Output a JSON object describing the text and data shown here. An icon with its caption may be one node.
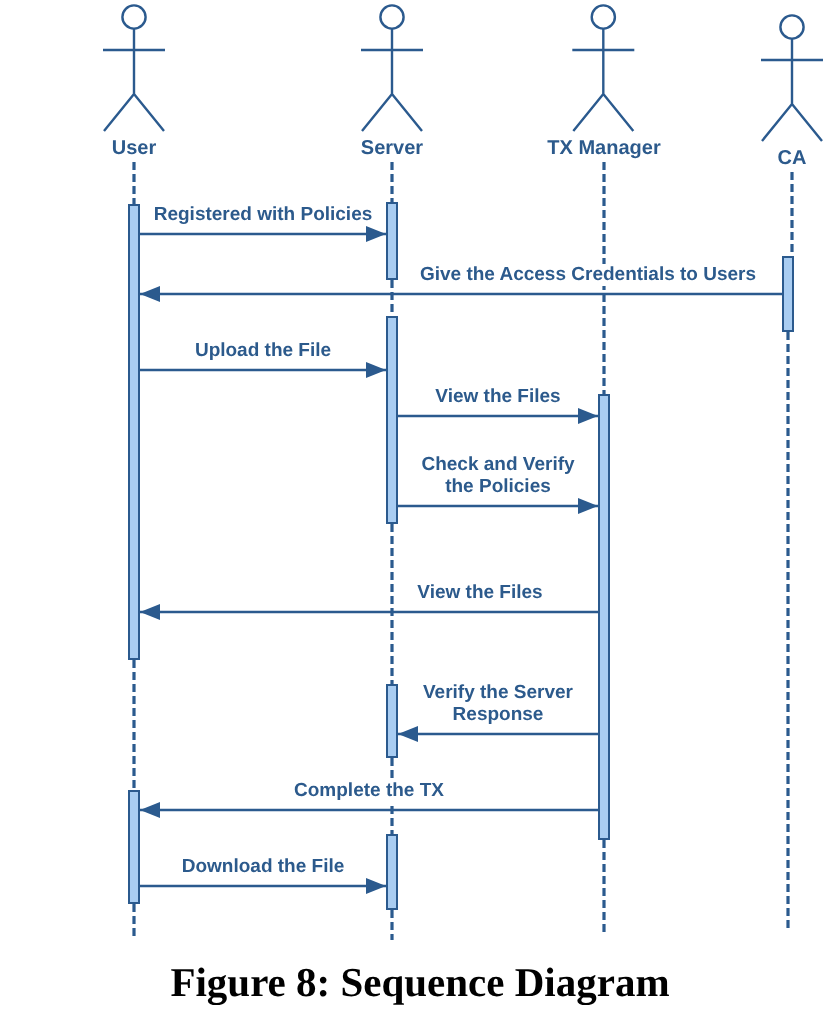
{
  "diagram": {
    "caption": "Figure 8: Sequence Diagram",
    "nodes": [
      {
        "text": [
          "User"
        ]
      },
      {
        "text": [
          "Server"
        ]
      },
      {
        "text": [
          "TX Manager"
        ]
      },
      {
        "text": [
          "CA"
        ]
      },
      {
        "text": [],
        "shape": "bar"
      },
      {
        "text": [],
        "shape": "bar"
      },
      {
        "text": [],
        "shape": "bar"
      },
      {
        "text": [],
        "shape": "bar"
      },
      {
        "text": [],
        "shape": "bar"
      },
      {
        "text": [],
        "shape": "bar"
      },
      {
        "text": [],
        "shape": "bar"
      },
      {
        "text": [],
        "shape": "bar"
      }
    ],
    "edges": [
      {
        "from": 4,
        "to": 5,
        "arrow": "to",
        "label": "Registered with Policies"
      },
      {
        "from": 6,
        "to": 4,
        "arrow": "to",
        "label": "Give the Access Credentials to Users"
      },
      {
        "from": 4,
        "to": 7,
        "arrow": "to",
        "label": "Upload the File"
      },
      {
        "from": 7,
        "to": 8,
        "arrow": "to",
        "label": "View the Files"
      },
      {
        "from": 7,
        "to": 8,
        "arrow": "to",
        "label": "Check and Verify the Policies"
      },
      {
        "from": 8,
        "to": 4,
        "arrow": "to",
        "label": "View the Files"
      },
      {
        "from": 8,
        "to": 9,
        "arrow": "to",
        "label": "Verify the Server Response"
      },
      {
        "from": 8,
        "to": 10,
        "arrow": "to",
        "label": "Complete the TX"
      },
      {
        "from": 10,
        "to": 11,
        "arrow": "to",
        "label": "Download the File"
      },
      {
        "from": 0,
        "to": 4,
        "arrow": "none",
        "style": "dashed"
      },
      {
        "from": 4,
        "to": 10,
        "arrow": "none",
        "style": "dashed"
      },
      {
        "from": 10,
        "to": null,
        "arrow": "none",
        "style": "dashed"
      },
      {
        "from": 1,
        "to": 5,
        "arrow": "none",
        "style": "dashed"
      },
      {
        "from": 5,
        "to": 7,
        "arrow": "none",
        "style": "dashed"
      },
      {
        "from": 7,
        "to": 9,
        "arrow": "none",
        "style": "dashed"
      },
      {
        "from": 9,
        "to": 11,
        "arrow": "none",
        "style": "dashed"
      },
      {
        "from": 11,
        "to": null,
        "arrow": "none",
        "style": "dashed"
      },
      {
        "from": 2,
        "to": 8,
        "arrow": "none",
        "style": "dashed"
      },
      {
        "from": 8,
        "to": null,
        "arrow": "none",
        "style": "dashed"
      },
      {
        "from": 3,
        "to": 6,
        "arrow": "none",
        "style": "dashed"
      },
      {
        "from": 6,
        "to": null,
        "arrow": "none",
        "style": "dashed"
      }
    ]
  }
}
